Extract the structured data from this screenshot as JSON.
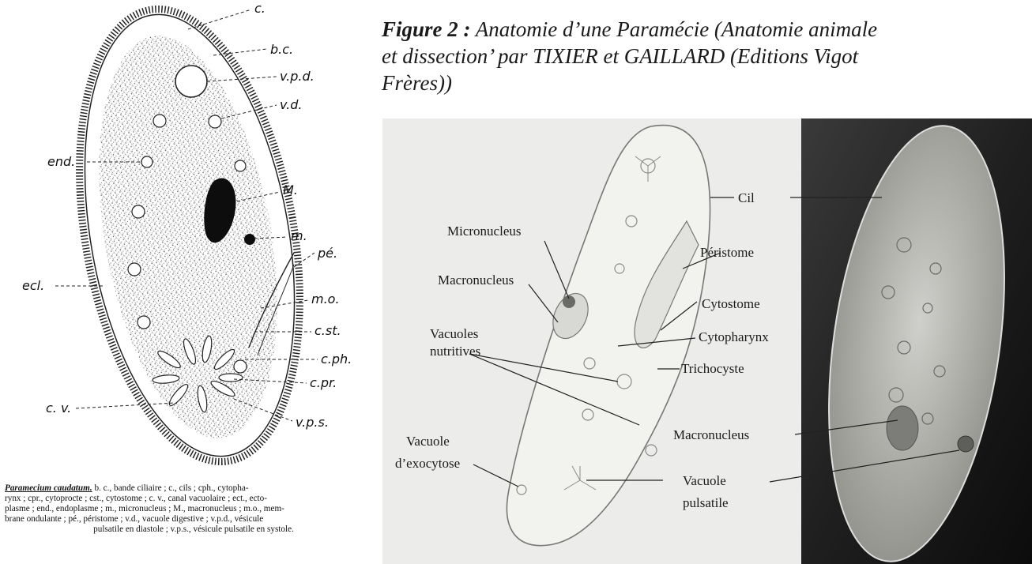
{
  "figure_title": {
    "label": "Figure 2 :",
    "line1": "Anatomie d’une Paramécie (Anatomie animale",
    "line2": "et dissection’ par TIXIER et GAILLARD (Editions Vigot",
    "line3": "Frères))"
  },
  "left_drawing": {
    "labels": {
      "c": "c.",
      "bc": "b.c.",
      "vpd": "v.p.d.",
      "vd": "v.d.",
      "end": "end.",
      "M": "M.",
      "m": "m.",
      "pe": "pé.",
      "ecl": "ecl.",
      "mo": "m.o.",
      "cst": "c.st.",
      "cph": "c.ph.",
      "cpr": "c.pr.",
      "cv": "c. v.",
      "vps": "v.p.s."
    },
    "caption": {
      "title": "Paramecium caudatum.",
      "line1": "b. c., bande ciliaire ; c., cils ; cph., cytopha-",
      "line2": "rynx ; cpr., cytoprocte ; cst., cytostome ; c. v., canal vacuolaire ; ect., ecto-",
      "line3": "plasme ; end., endoplasme ; m., micronucleus ; M., macronucleus ; m.o., mem-",
      "line4": "brane ondulante ; pé., péristome ; v.d., vacuole digestive ; v.p.d., vésicule",
      "line5": "pulsatile en diastole ; v.p.s., vésicule pulsatile en systole."
    }
  },
  "right_diagram": {
    "labels": {
      "cil": "Cil",
      "micronucleus": "Micronucleus",
      "peristome": "Péristome",
      "macronucleus": "Macronucleus",
      "cytostome": "Cytostome",
      "vacuoles_line1": "Vacuoles",
      "vacuoles_line2": "nutritives",
      "cytopharynx": "Cytopharynx",
      "trichocyste": "Trichocyste",
      "vacuole_exo_line1": "Vacuole",
      "vacuole_exo_line2": "d’exocytose",
      "macronucleus_photo": "Macronucleus",
      "pulsatile_line1": "Vacuole",
      "pulsatile_line2": "pulsatile"
    }
  },
  "colors": {
    "ink": "#111111",
    "paper": "#ececea",
    "photo_dark": "#2a2a2a"
  }
}
